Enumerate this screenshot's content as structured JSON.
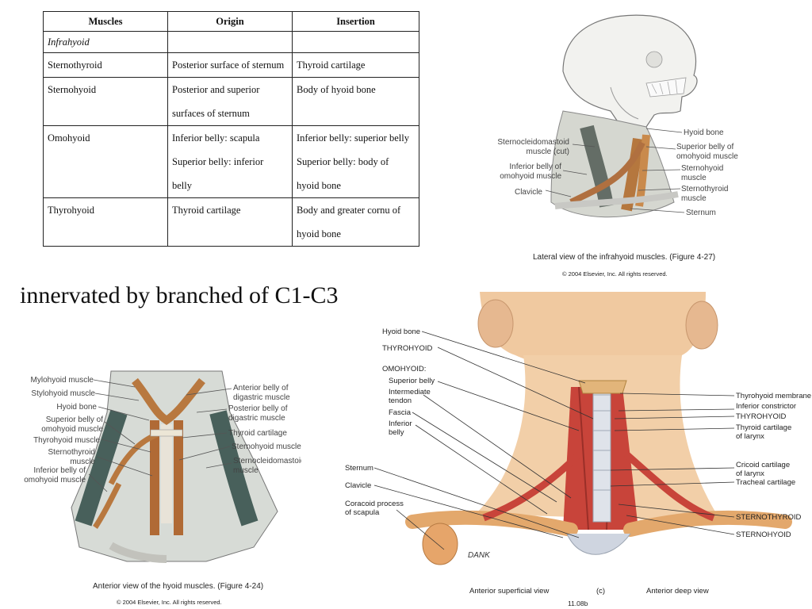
{
  "table": {
    "headers": [
      "Muscles",
      "Origin",
      "Insertion"
    ],
    "section": "Infrahyoid",
    "rows": [
      {
        "muscle": "Sternothyroid",
        "origin": [
          "Posterior surface of sternum"
        ],
        "insertion": [
          "Thyroid cartilage"
        ]
      },
      {
        "muscle": "Sternohyoid",
        "origin": [
          "Posterior and superior",
          "surfaces of sternum"
        ],
        "insertion": [
          "Body of hyoid bone"
        ]
      },
      {
        "muscle": "Omohyoid",
        "origin": [
          "Inferior belly: scapula",
          "Superior belly: inferior",
          "belly"
        ],
        "insertion": [
          "Inferior belly: superior belly",
          "Superior belly: body of",
          "hyoid bone"
        ]
      },
      {
        "muscle": "Thyrohyoid",
        "origin": [
          "Thyroid cartilage"
        ],
        "insertion": [
          "Body and greater cornu of",
          "hyoid bone"
        ]
      }
    ]
  },
  "heading": "innervated by branched of C1-C3",
  "lateral_figure": {
    "labels": {
      "hyoid_bone": "Hyoid bone",
      "superior_belly": "Superior belly of",
      "superior_belly2": "omohyoid muscle",
      "sternohyoid": "Sternohyoid",
      "sternohyoid2": "muscle",
      "sternothyroid": "Sternothyroid",
      "sternothyroid2": "muscle",
      "sternum": "Sternum",
      "scm": "Sternocleidomastoid",
      "scm2": "muscle (cut)",
      "inferior_belly": "Inferior belly of",
      "inferior_belly2": "omohyoid muscle",
      "clavicle": "Clavicle"
    },
    "caption": "Lateral view of the infrahyoid muscles. (Figure 4-27)",
    "copyright": "© 2004 Elsevier, Inc.  All rights reserved."
  },
  "anterior_figure": {
    "left_labels": [
      "Mylohyoid muscle",
      "Stylohyoid muscle",
      "Hyoid bone",
      "Superior belly of",
      "omohyoid muscle",
      "Thyrohyoid muscle",
      "Sternothyroid",
      "muscle",
      "Inferior belly of",
      "omohyoid muscle"
    ],
    "right_labels": [
      "Anterior belly of",
      "digastric muscle",
      "Posterior belly of",
      "digastric muscle",
      "Thyroid cartilage",
      "Sternohyoid muscle",
      "Sternocleidomastoid",
      "muscle"
    ],
    "caption": "Anterior view of the hyoid muscles. (Figure 4-24)",
    "copyright": "© 2004 Elsevier, Inc.  All rights reserved."
  },
  "neck_figure": {
    "left_labels": {
      "hyoid": "Hyoid bone",
      "thyrohyoid": "THYROHYOID",
      "omohyoid": "OMOHYOID:",
      "superior_belly": "Superior belly",
      "intermediate": "Intermediate",
      "tendon": "tendon",
      "fascia": "Fascia",
      "inferior": "Inferior",
      "belly": "belly",
      "sternum": "Sternum",
      "clavicle": "Clavicle",
      "coracoid": "Coracoid process",
      "of_scapula": "of scapula"
    },
    "right_labels": {
      "thyrohyoid_membrane": "Thyrohyoid membrane",
      "inferior_constrictor": "Inferior constrictor",
      "thyrohyoid": "THYROHYOID",
      "thyroid_cartilage": "Thyroid cartilage",
      "of_larynx": "of larynx",
      "cricoid": "Cricoid cartilage",
      "of_larynx2": "of larynx",
      "tracheal": "Tracheal cartilage",
      "sternothyroid": "STERNOTHYROID",
      "sternohyoid": "STERNOHYOID"
    },
    "signature": "DANK",
    "view_left": "Anterior superficial view",
    "view_mid": "(c)",
    "view_right": "Anterior deep view",
    "figure_id": "11.08b"
  }
}
